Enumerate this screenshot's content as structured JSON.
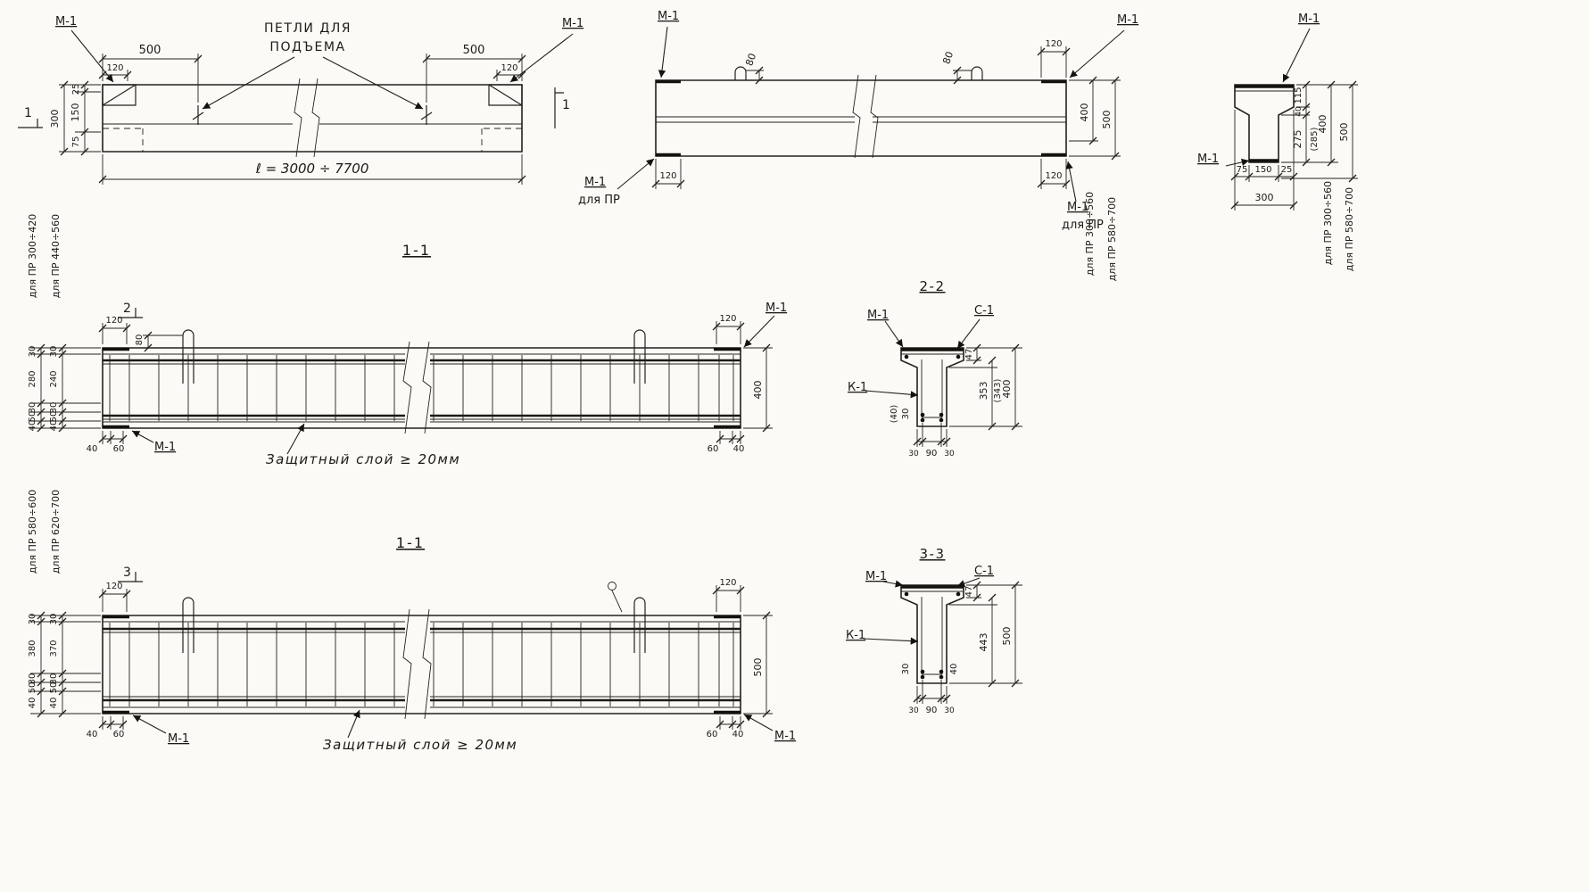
{
  "canvas": {
    "ink": "#23211b",
    "paper": "#fbfaf7"
  },
  "labels": {
    "m1": "М-1",
    "s1": "С-1",
    "k1": "К-1",
    "dlya_pr": "для ПР",
    "sec11": "1-1",
    "sec22": "2-2",
    "sec33": "3-3",
    "mk1": "1",
    "mk2": "2",
    "mk3": "3",
    "pr300_560": "для ПР 300÷560",
    "pr580_700": "для ПР 580÷700",
    "pr300_420": "для ПР 300÷420",
    "pr440_560": "для ПР 440÷560",
    "pr580_600": "для ПР 580÷600",
    "pr620_700": "для ПР 620÷700"
  },
  "plan_view": {
    "dim_500_left": "500",
    "dim_500_right": "500",
    "dim_120_left": "120",
    "dim_120_right": "120",
    "lift_loops_line1": "ПЕТЛИ ДЛЯ",
    "lift_loops_line2": "ПОДЪЕМА",
    "dim_25": "25",
    "dim_150": "150",
    "dim_75": "75",
    "dim_300": "300",
    "length_dim": "ℓ = 3000 ÷ 7700"
  },
  "elevation_view": {
    "dim_80_left": "80",
    "dim_80_right": "80",
    "dim_120_top_right": "120",
    "dim_120_bottom_left": "120",
    "dim_120_bottom_right": "120",
    "dim_400": "400",
    "dim_500": "500"
  },
  "end_view": {
    "dim_115": "115",
    "dim_40": "40",
    "dim_275": "275",
    "dim_285_alt": "(285)",
    "dim_400": "400",
    "dim_500": "500",
    "dim_75": "75",
    "dim_150": "150",
    "dim_25": "25",
    "dim_300": "300"
  },
  "section_top": {
    "dims_left_outer": [
      "30",
      "280",
      "30",
      "50",
      "40"
    ],
    "dims_left_inner": [
      "30",
      "240",
      "30",
      "50",
      "40"
    ],
    "dim_120_left": "120",
    "dim_80": "80",
    "dim_120_right": "120",
    "dim_400": "400",
    "dim_40_left": "40",
    "dim_60_left": "60",
    "dim_60_right": "60",
    "dim_40_right": "40",
    "cover_note": "Защитный слой ≥ 20мм"
  },
  "section_bottom": {
    "dims_left_outer": [
      "30",
      "380",
      "30",
      "50",
      "40"
    ],
    "dims_left_inner": [
      "30",
      "370",
      "30",
      "50",
      "40"
    ],
    "dim_120_left": "120",
    "dim_120_right": "120",
    "dim_500": "500",
    "dim_40_left": "40",
    "dim_60_left": "60",
    "dim_60_right": "60",
    "dim_40_right": "40",
    "cover_note": "Защитный слой ≥ 20мм"
  },
  "detail_2_2": {
    "dim_47": "47",
    "dim_353": "353",
    "dim_343_alt": "(343)",
    "dim_400": "400",
    "dim_30_cover": "30",
    "dim_40_alt": "(40)",
    "dims_bottom": [
      "30",
      "90",
      "30"
    ]
  },
  "detail_3_3": {
    "dim_47": "47",
    "dim_443": "443",
    "dim_500": "500",
    "dim_30_cover": "30",
    "dim_40_cover": "40",
    "dims_bottom": [
      "30",
      "90",
      "30"
    ]
  }
}
